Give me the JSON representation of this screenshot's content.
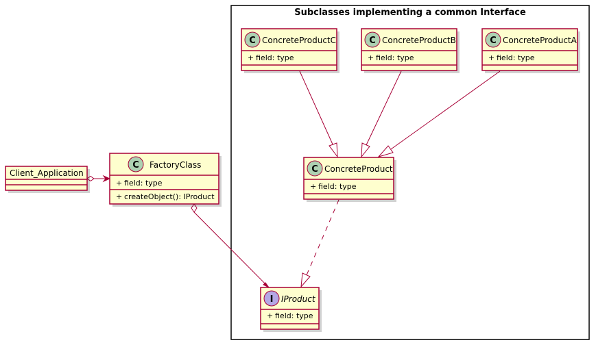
{
  "package": {
    "title": "Subclasses implementing a common Interface"
  },
  "classes": {
    "client": {
      "name": "Client_Application"
    },
    "factory": {
      "badge": "C",
      "name": "FactoryClass",
      "field": "field: type",
      "method": "createObject(): IProduct"
    },
    "productC": {
      "badge": "C",
      "name": "ConcreteProductC",
      "field": "field: type"
    },
    "productB": {
      "badge": "C",
      "name": "ConcreteProductB",
      "field": "field: type"
    },
    "productA": {
      "badge": "C",
      "name": "ConcreteProductA",
      "field": "field: type"
    },
    "concrete": {
      "badge": "C",
      "name": "ConcreteProduct",
      "field": "field: type"
    },
    "iproduct": {
      "badge": "I",
      "name": "IProduct",
      "field": "field: type"
    }
  },
  "relations": [
    {
      "from": "Client_Application",
      "to": "FactoryClass",
      "kind": "aggregation"
    },
    {
      "from": "FactoryClass",
      "to": "IProduct",
      "kind": "aggregation"
    },
    {
      "from": "ConcreteProductC",
      "to": "ConcreteProduct",
      "kind": "inheritance"
    },
    {
      "from": "ConcreteProductB",
      "to": "ConcreteProduct",
      "kind": "inheritance"
    },
    {
      "from": "ConcreteProductA",
      "to": "ConcreteProduct",
      "kind": "inheritance"
    },
    {
      "from": "ConcreteProduct",
      "to": "IProduct",
      "kind": "realization"
    }
  ],
  "colors": {
    "fill": "#FEFECE",
    "border": "#A80036",
    "class_badge": "#ADD1B2",
    "interface_badge": "#B4A7E5"
  }
}
